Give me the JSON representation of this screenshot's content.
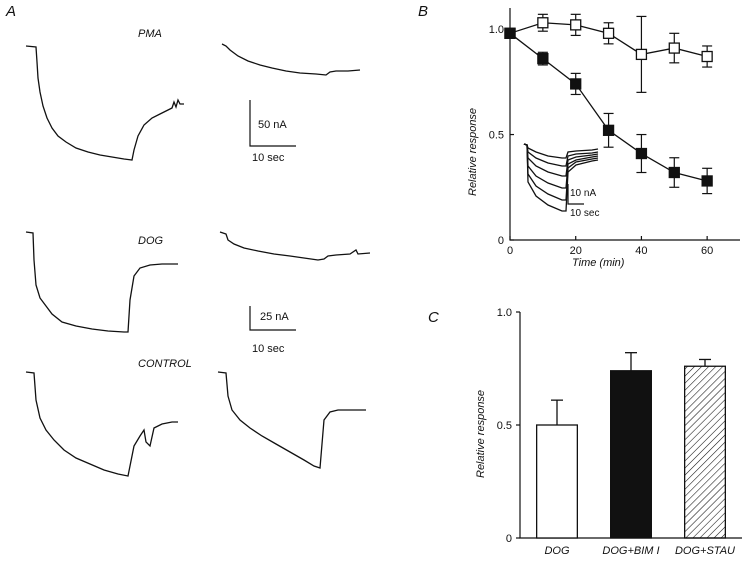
{
  "figure": {
    "panel_a": "A",
    "panel_b": "B",
    "panel_c": "C"
  },
  "panel_a": {
    "row_labels": [
      "PMA",
      "DOG",
      "CONTROL"
    ],
    "scale_bars": [
      {
        "current": "50 nA",
        "time": "10 sec"
      },
      {
        "current": "25 nA",
        "time": "10 sec"
      }
    ]
  },
  "chart_data": [
    {
      "panel": "B",
      "type": "scatter",
      "xlabel": "Time (min)",
      "ylabel": "Relative response",
      "xlim": [
        0,
        70
      ],
      "ylim": [
        0,
        1.1
      ],
      "xticks": [
        0,
        20,
        40,
        60
      ],
      "yticks": [
        0,
        0.5,
        1.0
      ],
      "ytick_labels": [
        "0",
        "0.5",
        "1.0"
      ],
      "series": [
        {
          "marker": "open-square",
          "x": [
            0,
            10,
            20,
            30,
            40,
            50,
            60
          ],
          "y": [
            0.98,
            1.03,
            1.02,
            0.98,
            0.88,
            0.91,
            0.87
          ],
          "err": [
            0.02,
            0.04,
            0.05,
            0.05,
            0.18,
            0.07,
            0.05
          ]
        },
        {
          "marker": "filled-square",
          "x": [
            0,
            10,
            20,
            30,
            40,
            50,
            60
          ],
          "y": [
            0.98,
            0.86,
            0.74,
            0.52,
            0.41,
            0.32,
            0.28
          ],
          "err": [
            0.02,
            0.03,
            0.05,
            0.08,
            0.09,
            0.07,
            0.06
          ]
        }
      ],
      "inset": {
        "current": "10 nA",
        "time": "10 sec"
      }
    },
    {
      "panel": "C",
      "type": "bar",
      "ylabel": "Relative response",
      "ylim": [
        0,
        1.0
      ],
      "yticks": [
        0,
        0.5,
        1.0
      ],
      "ytick_labels": [
        "0",
        "0.5",
        "1.0"
      ],
      "categories": [
        "DOG",
        "DOG+BIM I",
        "DOG+STAU"
      ],
      "values": [
        0.5,
        0.74,
        0.76
      ],
      "errors": [
        0.11,
        0.08,
        0.03
      ],
      "fills": [
        "white",
        "black",
        "hatched"
      ]
    }
  ],
  "colors": {
    "ink": "#111111",
    "background": "#ffffff"
  }
}
